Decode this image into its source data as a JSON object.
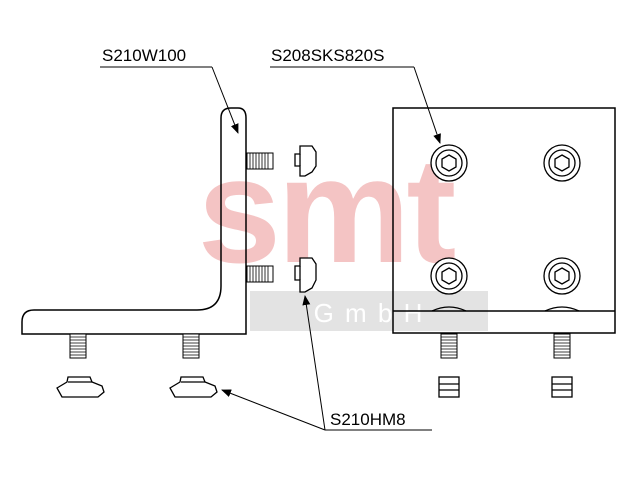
{
  "labels": {
    "angle_bracket": "S210W100",
    "socket_screw": "S208SKS820S",
    "hammer_nut": "S210HM8"
  },
  "watermark": {
    "logo_text": "smt",
    "sub_text": "G m b H"
  },
  "colors": {
    "line": "#000000",
    "watermark_red": "#f4c4c4",
    "watermark_band": "#dedede",
    "watermark_band_text": "#ffffff"
  }
}
